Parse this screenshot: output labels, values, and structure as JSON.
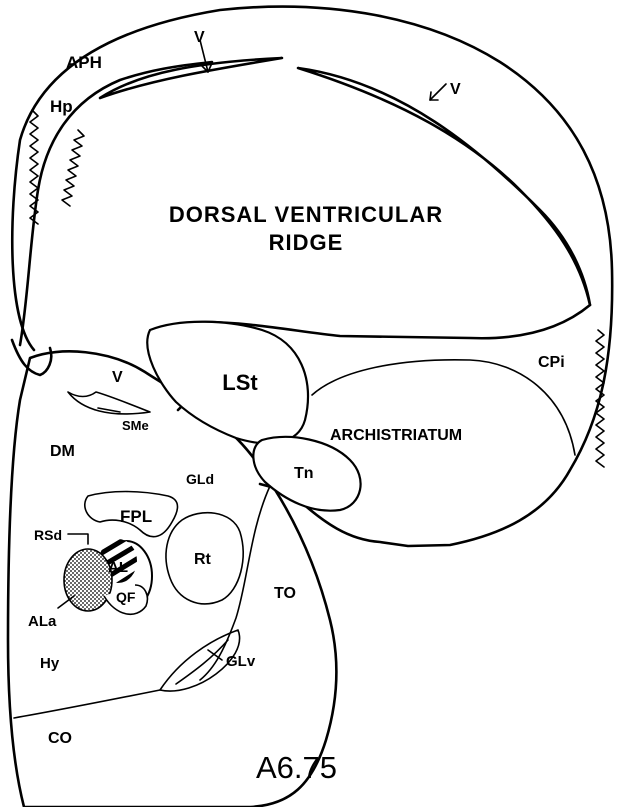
{
  "diagram": {
    "plate_label": "A6.75",
    "regions": {
      "dvr_line1": "DORSAL VENTRICULAR",
      "dvr_line2": "RIDGE",
      "aph": "APH",
      "hp": "Hp",
      "v_top_left": "V",
      "v_top_right": "V",
      "v_lower": "V",
      "cpi": "CPi",
      "lst": "LSt",
      "archistriatum": "ARCHISTRIATUM",
      "sme": "SMe",
      "dm": "DM",
      "gld": "GLd",
      "fpl": "FPL",
      "tn": "Tn",
      "rsd": "RSd",
      "al": "AL",
      "rt": "Rt",
      "to": "TO",
      "ala": "ALa",
      "qf": "QF",
      "hy": "Hy",
      "glv": "GLv",
      "co": "CO"
    }
  }
}
